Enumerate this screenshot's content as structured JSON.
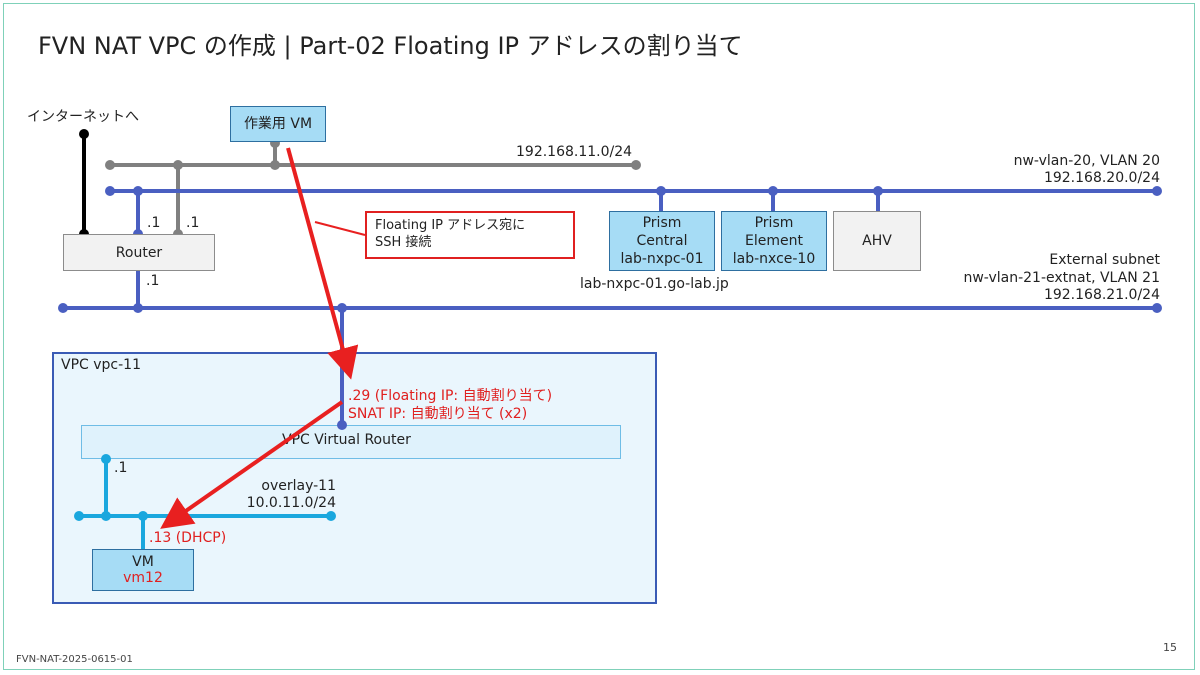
{
  "title": "FVN NAT VPC の作成 | Part-02 Floating IP アドレスの割り当て",
  "internet_label": "インターネットへ",
  "work_vm_label": "作業用 VM",
  "net_mgmt": "192.168.11.0/24",
  "vlan20": {
    "name": "nw-vlan-20, VLAN 20",
    "cidr": "192.168.20.0/24"
  },
  "vlan21": {
    "title": "External subnet",
    "name": "nw-vlan-21-extnat, VLAN 21",
    "cidr": "192.168.21.0/24"
  },
  "router": {
    "label": "Router",
    "ip_left": ".1",
    "ip_right": ".1",
    "ip_bottom": ".1"
  },
  "callout": {
    "line1": "Floating IP アドレス宛に",
    "line2": "SSH 接続"
  },
  "prism_central": {
    "line1": "Prism",
    "line2": "Central",
    "line3": "lab-nxpc-01"
  },
  "prism_element": {
    "line1": "Prism",
    "line2": "Element",
    "line3": "lab-nxce-10"
  },
  "ahv": "AHV",
  "fqdn": "lab-nxpc-01.go-lab.jp",
  "vpc": {
    "label": "VPC vpc-11",
    "floating_ip": ".29 (Floating IP: 自動割り当て)",
    "snat_ip": "SNAT IP: 自動割り当て (x2)",
    "vrouter": "VPC Virtual Router",
    "gw_ip": ".1",
    "overlay_name": "overlay-11",
    "overlay_cidr": "10.0.11.0/24",
    "vm_ip": ".13 (DHCP)",
    "vm_label": "VM",
    "vm_name": "vm12"
  },
  "colors": {
    "gray_line": "#808080",
    "blue_line": "#4a5fc1",
    "cyan_line": "#1aa7de",
    "arrow": "#e82020"
  },
  "footer_id": "FVN-NAT-2025-0615-01",
  "page_number": "15"
}
